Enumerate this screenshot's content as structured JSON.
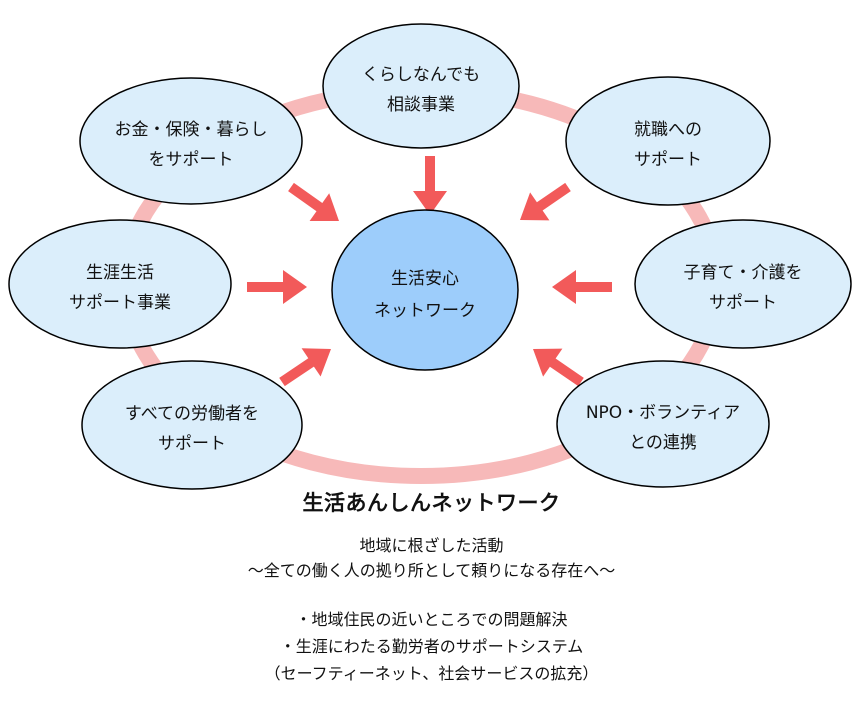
{
  "center": {
    "lines": [
      "生活安心",
      "ネットワーク"
    ]
  },
  "nodes": [
    {
      "id": "consultation",
      "lines": [
        "くらしなんでも",
        "相談事業"
      ]
    },
    {
      "id": "employment",
      "lines": [
        "就職への",
        "サポート"
      ]
    },
    {
      "id": "childcare",
      "lines": [
        "子育て・介護を",
        "サポート"
      ]
    },
    {
      "id": "npo",
      "lines": [
        "NPO・ボランティア",
        "との連携"
      ]
    },
    {
      "id": "all-workers",
      "lines": [
        "すべての労働者を",
        "サポート"
      ]
    },
    {
      "id": "lifelong",
      "lines": [
        "生涯生活",
        "サポート事業"
      ]
    },
    {
      "id": "money",
      "lines": [
        "お金・保険・暮らし",
        "をサポート"
      ]
    }
  ],
  "caption": {
    "title": "生活あんしんネットワーク",
    "subtitle_1": "地域に根ざした活動",
    "subtitle_2": "〜全ての働く人の拠り所として頼りになる存在へ〜",
    "bullets": [
      "・地域住民の近いところでの問題解決",
      "・生涯にわたる勤労者のサポートシステム",
      "（セーフティーネット、社会サービスの拡充）"
    ]
  },
  "colors": {
    "ring": "#f7b9b9",
    "node_fill": "#dbeefb",
    "center_fill": "#9dcdfb",
    "arrow": "#f25a5a",
    "stroke": "#000000"
  }
}
